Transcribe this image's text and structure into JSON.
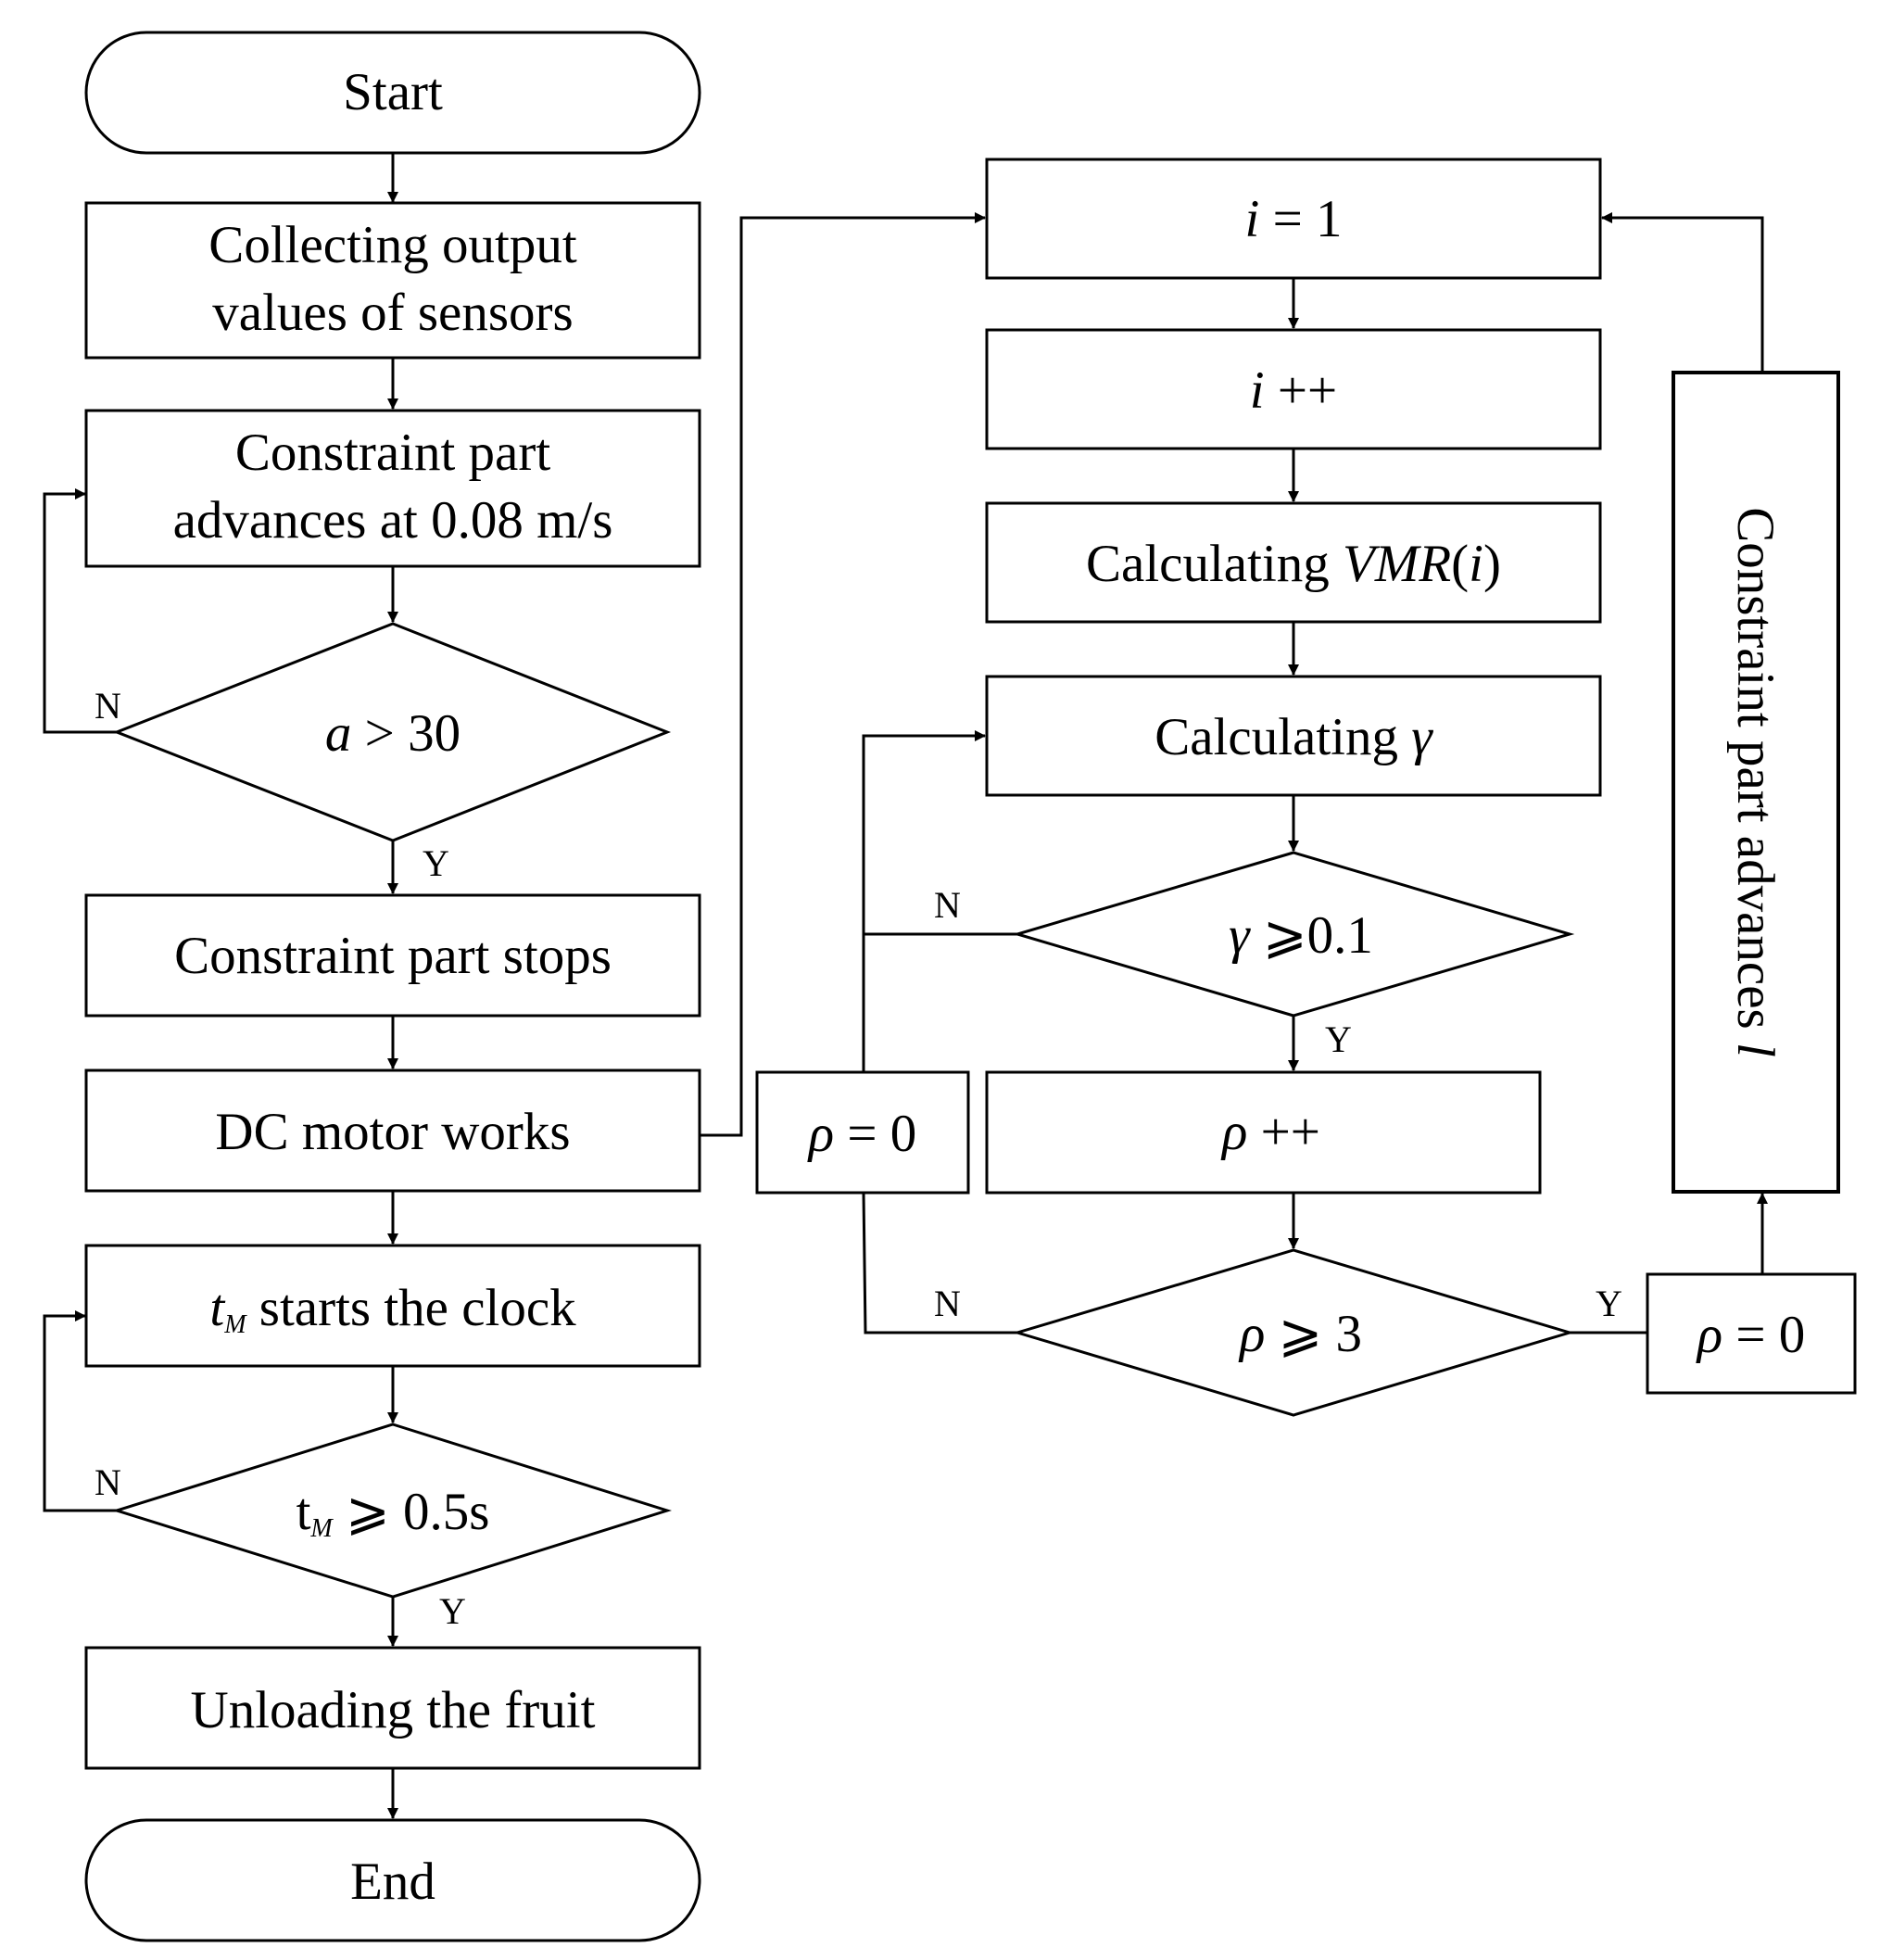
{
  "flowchart": {
    "left": {
      "start": "Start",
      "collect_line1": "Collecting output",
      "collect_line2": "values of  sensors",
      "advance_line1": "Constraint part",
      "advance_line2": "advances at 0.08 m/s",
      "cond_a_var": "a",
      "cond_a_rest": " > 30",
      "stops": "Constraint part stops",
      "dc_motor": "DC motor works",
      "clock_var": "t",
      "clock_sub": "M",
      "clock_rest": " starts the clock",
      "cond_t_var": "t",
      "cond_t_sub": "M",
      "cond_t_rest": " ⩾ 0.5s",
      "unload": "Unloading the fruit",
      "end": "End"
    },
    "right": {
      "i_init_var": "i",
      "i_init_rest": " = 1",
      "i_inc_var": "i",
      "i_inc_rest": " ++",
      "vmr_prefix": "Calculating ",
      "vmr_func": "VMR",
      "vmr_open": "(",
      "vmr_arg": "i",
      "vmr_close": ")",
      "gamma_prefix": "Calculating  ",
      "gamma_sym": "γ",
      "cond_gamma_sym": "γ",
      "cond_gamma_rest": " ⩾0.1",
      "rho_inc_sym": "ρ",
      "rho_inc_rest": " ++",
      "rho_reset_left_sym": "ρ",
      "rho_reset_left_rest": "  = 0",
      "cond_rho_sym": "ρ",
      "cond_rho_rest": " ⩾ 3",
      "rho_reset_right_sym": "ρ",
      "rho_reset_right_rest": "  = 0",
      "advance_l_text": "Constraint part advances ",
      "advance_l_var": "l"
    },
    "branch_labels": {
      "yes": "Y",
      "no": "N"
    },
    "colors": {
      "stroke": "#000000",
      "background": "#ffffff"
    }
  }
}
